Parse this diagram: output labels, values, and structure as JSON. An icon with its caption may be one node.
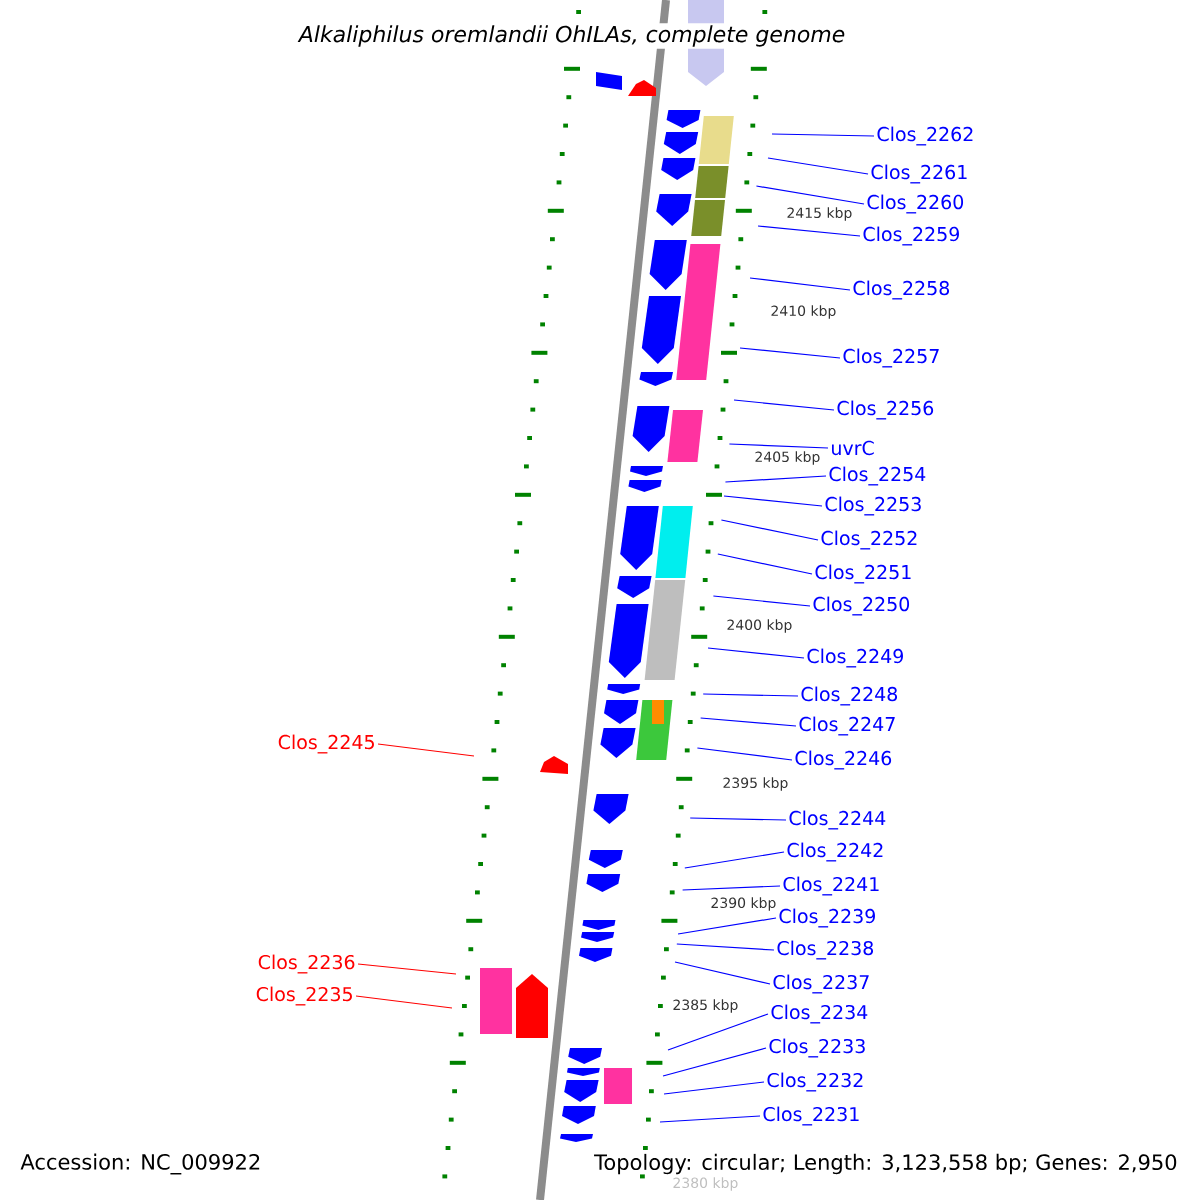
{
  "diagram": {
    "title": "Alkaliphilus oremlandii OhILAs, complete genome",
    "nodes": [
      {
        "text": [
          "Clos_2262"
        ]
      },
      {
        "text": [
          "Clos_2261"
        ]
      },
      {
        "text": [
          "Clos_2260"
        ]
      },
      {
        "text": [
          "Clos_2259"
        ]
      },
      {
        "text": [
          "Clos_2258"
        ]
      },
      {
        "text": [
          "Clos_2257"
        ]
      },
      {
        "text": [
          "Clos_2256"
        ]
      },
      {
        "text": [
          "uvrC"
        ]
      },
      {
        "text": [
          "Clos_2254"
        ]
      },
      {
        "text": [
          "Clos_2253"
        ]
      },
      {
        "text": [
          "Clos_2252"
        ]
      },
      {
        "text": [
          "Clos_2251"
        ]
      },
      {
        "text": [
          "Clos_2250"
        ]
      },
      {
        "text": [
          "Clos_2249"
        ]
      },
      {
        "text": [
          "Clos_2248"
        ]
      },
      {
        "text": [
          "Clos_2247"
        ]
      },
      {
        "text": [
          "Clos_2246"
        ]
      },
      {
        "text": [
          "Clos_2245"
        ]
      },
      {
        "text": [
          "Clos_2244"
        ]
      },
      {
        "text": [
          "Clos_2242"
        ]
      },
      {
        "text": [
          "Clos_2241"
        ]
      },
      {
        "text": [
          "Clos_2239"
        ]
      },
      {
        "text": [
          "Clos_2238"
        ]
      },
      {
        "text": [
          "Clos_2237"
        ]
      },
      {
        "text": [
          "Clos_2236"
        ]
      },
      {
        "text": [
          "Clos_2234"
        ]
      },
      {
        "text": [
          "Clos_2235"
        ]
      },
      {
        "text": [
          "Clos_2233"
        ]
      },
      {
        "text": [
          "Clos_2232"
        ]
      },
      {
        "text": [
          "Clos_2231"
        ]
      }
    ],
    "edges": [
      {
        "from": 0,
        "to": null,
        "arrow": "none"
      },
      {
        "from": 1,
        "to": null,
        "arrow": "none"
      },
      {
        "from": 2,
        "to": null,
        "arrow": "none"
      },
      {
        "from": 3,
        "to": null,
        "arrow": "none"
      },
      {
        "from": 4,
        "to": null,
        "arrow": "none"
      },
      {
        "from": 5,
        "to": null,
        "arrow": "none"
      },
      {
        "from": 6,
        "to": null,
        "arrow": "none"
      },
      {
        "from": 7,
        "to": null,
        "arrow": "none"
      },
      {
        "from": 8,
        "to": null,
        "arrow": "none"
      },
      {
        "from": 9,
        "to": null,
        "arrow": "none"
      },
      {
        "from": 10,
        "to": null,
        "arrow": "none"
      },
      {
        "from": 11,
        "to": null,
        "arrow": "none"
      },
      {
        "from": 12,
        "to": null,
        "arrow": "none"
      },
      {
        "from": 13,
        "to": null,
        "arrow": "none"
      },
      {
        "from": 14,
        "to": null,
        "arrow": "none"
      },
      {
        "from": 15,
        "to": null,
        "arrow": "none"
      },
      {
        "from": 16,
        "to": null,
        "arrow": "none"
      },
      {
        "from": 17,
        "to": null,
        "arrow": "none",
        "color": "#ff0000"
      },
      {
        "from": 18,
        "to": null,
        "arrow": "none"
      },
      {
        "from": 19,
        "to": null,
        "arrow": "none"
      },
      {
        "from": 20,
        "to": null,
        "arrow": "none"
      },
      {
        "from": 21,
        "to": null,
        "arrow": "none"
      },
      {
        "from": 22,
        "to": null,
        "arrow": "none"
      },
      {
        "from": 23,
        "to": null,
        "arrow": "none"
      },
      {
        "from": 24,
        "to": null,
        "arrow": "none",
        "color": "#ff0000"
      },
      {
        "from": 25,
        "to": null,
        "arrow": "none"
      },
      {
        "from": 26,
        "to": null,
        "arrow": "none",
        "color": "#ff0000"
      },
      {
        "from": 27,
        "to": null,
        "arrow": "none"
      },
      {
        "from": 28,
        "to": null,
        "arrow": "none"
      },
      {
        "from": 29,
        "to": null,
        "arrow": "none"
      }
    ],
    "labels": [
      "2415 kbp",
      "2410 kbp",
      "2405 kbp",
      "2400 kbp",
      "2395 kbp",
      "2390 kbp",
      "2385 kbp",
      "Accession: NC_009922",
      "Topology: circular; Length: 3,123,558 bp; Genes: 2,950",
      "2380 kbp"
    ]
  }
}
